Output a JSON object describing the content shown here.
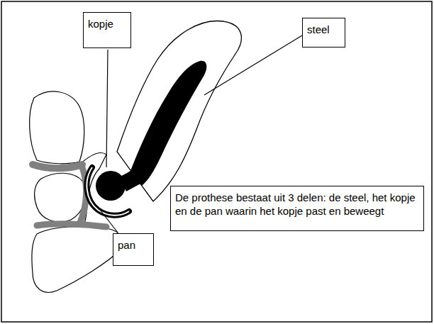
{
  "diagram": {
    "nodes": [
      {
        "text": [
          "kopje"
        ]
      },
      {
        "text": [
          "steel"
        ]
      },
      {
        "text": [
          "pan"
        ]
      },
      {
        "text": [
          "De prothese bestaat uit 3 delen: de steel, het kopje en  de pan waarin het kopje past en beweegt"
        ]
      }
    ]
  }
}
